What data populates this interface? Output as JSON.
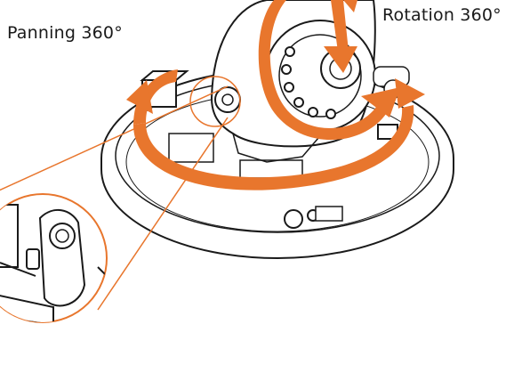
{
  "labels": {
    "panning": "Panning 360°",
    "rotation": "Rotation 360°"
  },
  "colors": {
    "arrow": "#e8762d",
    "line": "#1a1a1a",
    "callout": "#e8762d",
    "background": "#ffffff"
  },
  "icons": {
    "panning_arrow": "circular-panning-arrow",
    "rotation_arrow": "circular-rotation-arrow",
    "tilt_arrow": "tilt-arrow"
  }
}
